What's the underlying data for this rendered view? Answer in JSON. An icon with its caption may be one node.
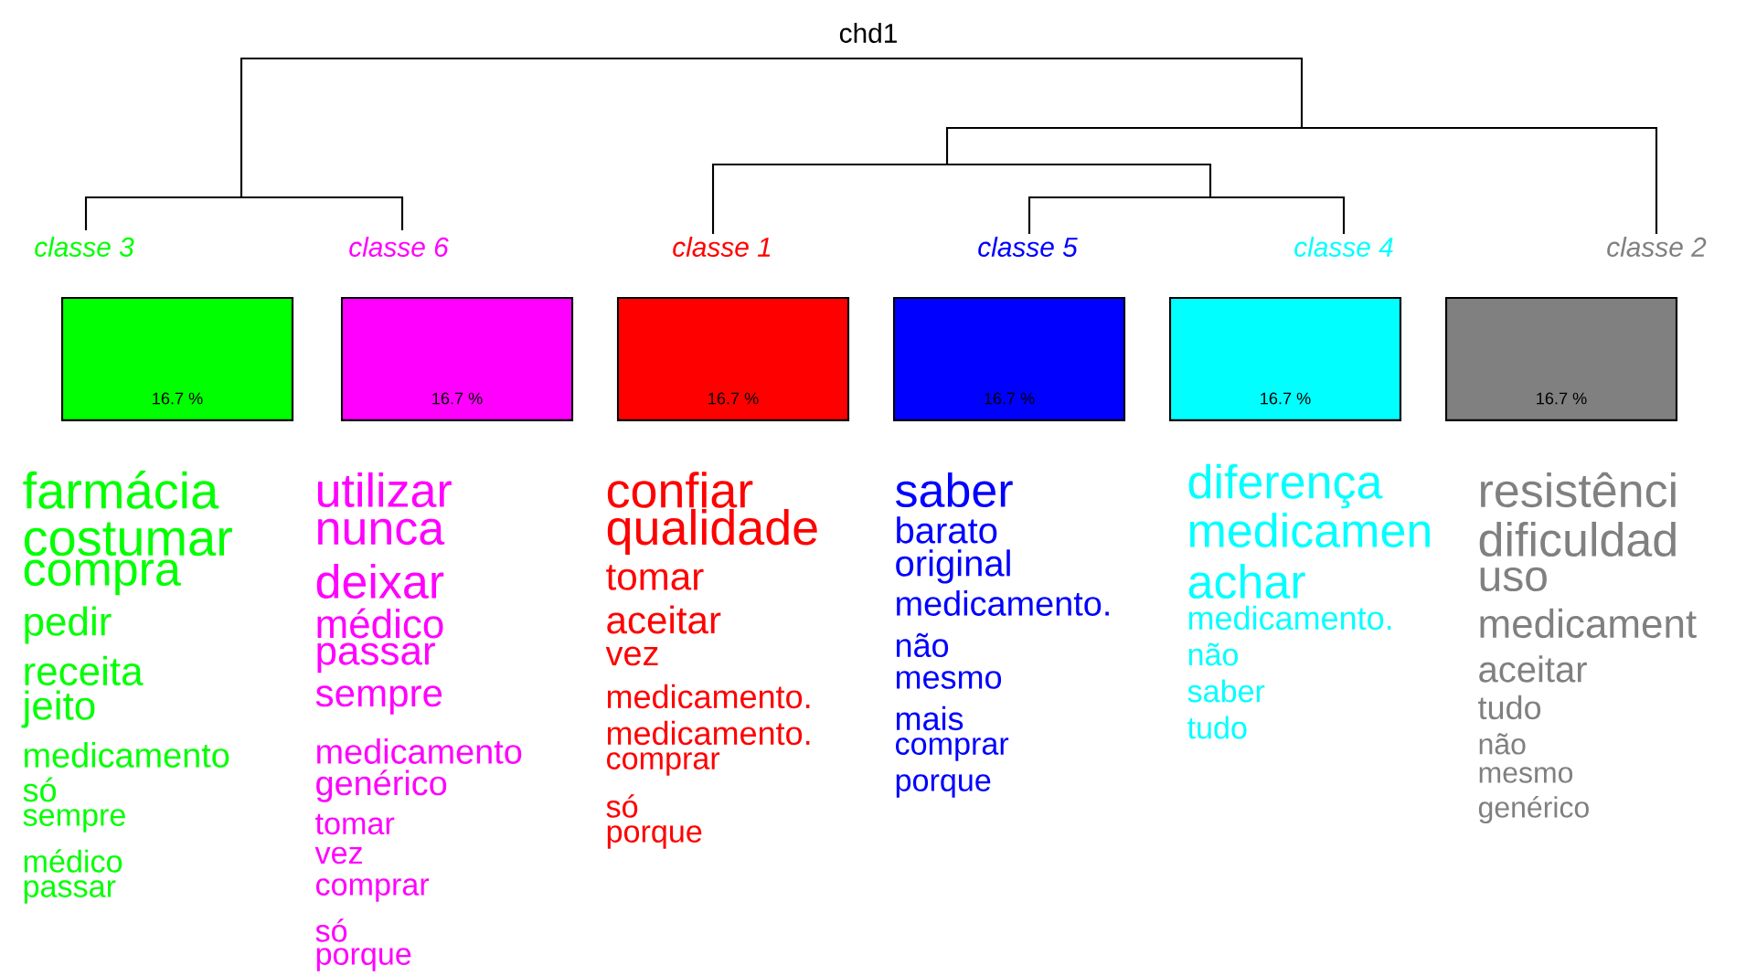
{
  "diagram": {
    "title": "chd1",
    "nodes": [
      {
        "text": [
          "classe  3",
          "16.7 %"
        ],
        "beside": [
          "farmácia",
          "costumar",
          "compra",
          "pedir",
          "receita",
          "jeito",
          "medicamento",
          "só",
          "sempre",
          "médico",
          "passar"
        ]
      },
      {
        "text": [
          "classe  6",
          "16.7 %"
        ],
        "beside": [
          "utilizar",
          "nunca",
          "deixar",
          "médico",
          "passar",
          "sempre",
          "medicamento",
          "genérico",
          "tomar",
          "vez",
          "comprar",
          "só",
          "porque"
        ]
      },
      {
        "text": [
          "classe  1",
          "16.7 %"
        ],
        "beside": [
          "confiar",
          "qualidade",
          "tomar",
          "aceitar",
          "vez",
          "medicamento.",
          "medicamento.",
          "comprar",
          "só",
          "porque"
        ]
      },
      {
        "text": [
          "classe  5",
          "16.7 %"
        ],
        "beside": [
          "saber",
          "barato",
          "original",
          "medicamento.",
          "não",
          "mesmo",
          "mais",
          "comprar",
          "porque"
        ]
      },
      {
        "text": [
          "classe  4",
          "16.7 %"
        ],
        "beside": [
          "diferença",
          "medicamen",
          "achar",
          "medicamento.",
          "não",
          "saber",
          "tudo"
        ]
      },
      {
        "text": [
          "classe  2",
          "16.7 %"
        ],
        "beside": [
          "resistênci",
          "dificuldad",
          "uso",
          "medicament",
          "aceitar",
          "tudo",
          "não",
          "mesmo",
          "genérico"
        ]
      }
    ]
  }
}
